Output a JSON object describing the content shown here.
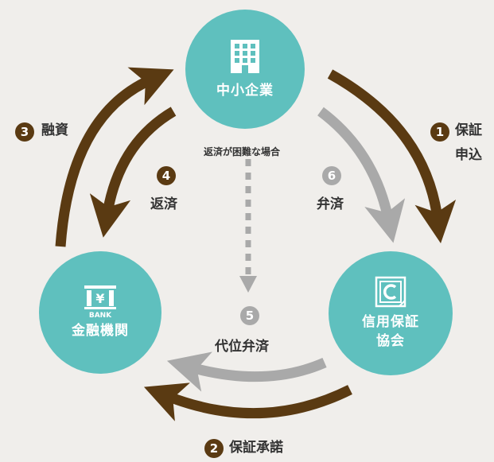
{
  "nodes": {
    "company": {
      "label": "中小企業",
      "icon": "office-building-icon"
    },
    "bank": {
      "label": "金融機関",
      "icon": "bank-icon",
      "icon_text": "BANK",
      "icon_symbol": "¥"
    },
    "guarantee": {
      "label_line1": "信用保証",
      "label_line2": "協会",
      "icon": "credit-guarantee-logo-icon"
    }
  },
  "steps": [
    {
      "number": "1",
      "label_line1": "保証",
      "label_line2": "申込",
      "color": "brown"
    },
    {
      "number": "2",
      "label": "保証承諾",
      "color": "brown"
    },
    {
      "number": "3",
      "label": "融資",
      "color": "brown"
    },
    {
      "number": "4",
      "label": "返済",
      "color": "brown"
    },
    {
      "number": "5",
      "label": "代位弁済",
      "color": "gray"
    },
    {
      "number": "6",
      "label": "弁済",
      "color": "gray"
    }
  ],
  "note": "返済が困難な場合",
  "colors": {
    "background": "#f0eeeb",
    "node": "#5fc0be",
    "brown_arrow": "#5a3a12",
    "gray_arrow": "#a9a9a9"
  }
}
